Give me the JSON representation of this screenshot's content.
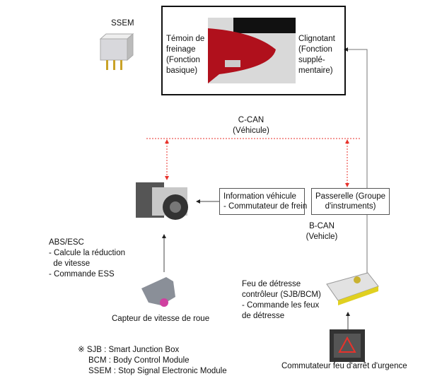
{
  "ssem_label": "SSEM",
  "lamp": {
    "left": [
      "Témoin de",
      "freinage",
      "(Fonction",
      "basique)"
    ],
    "right": [
      "Clignotant",
      "(Fonction",
      "supplé-",
      "mentaire)"
    ]
  },
  "c_can": [
    "C-CAN",
    "(Véhicule)"
  ],
  "b_can": [
    "B-CAN",
    "(Vehicle)"
  ],
  "info_box": [
    "Information véhicule",
    "- Commutateur de frein"
  ],
  "gateway_box": [
    "Passerelle (Groupe",
    "d'instruments)"
  ],
  "abs": [
    "ABS/ESC",
    "- Calcule la réduction",
    "  de vitesse",
    "- Commande ESS"
  ],
  "wheel_sensor_label": "Capteur de vitesse de roue",
  "controller": [
    "Feu de détresse",
    "contrôleur (SJB/BCM)",
    "- Commande les feux",
    "de détresse"
  ],
  "hazard_switch_label": "Commutateur feu d'arrêt d'urgence",
  "footnote": [
    "※ SJB : Smart Junction Box",
    "BCM : Body Control Module",
    "SSEM : Stop  Signal Electronic Module"
  ],
  "colors": {
    "can_line": "#e8322b",
    "lines": "#777777"
  }
}
